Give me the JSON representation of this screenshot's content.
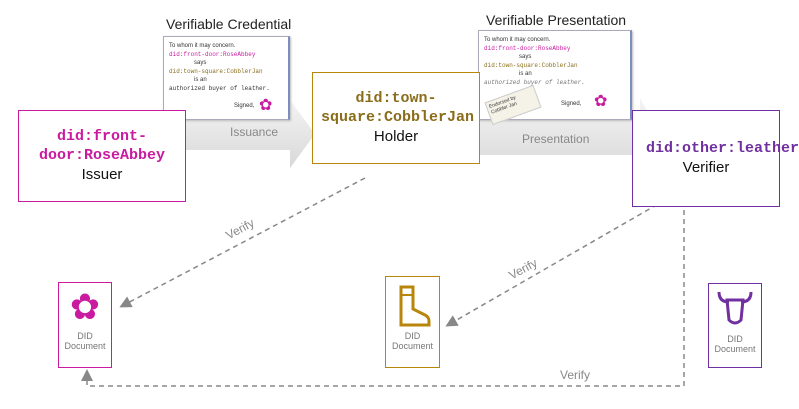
{
  "issuer": {
    "did": "did:front-door:RoseAbbey",
    "role": "Issuer",
    "color": "#c91aa0"
  },
  "holder": {
    "did": "did:town-square:CobblerJan",
    "role": "Holder",
    "color": "#b8860b"
  },
  "verifier": {
    "did": "did:other:leathershop",
    "role": "Verifier",
    "color": "#7030a0"
  },
  "arrows": {
    "issuance": "Issuance",
    "presentation": "Presentation",
    "verify": "Verify"
  },
  "vc": {
    "title": "Verifiable Credential",
    "greeting": "To whom it may concern.",
    "issuer_did": "did:front-door:RoseAbbey",
    "says": "says",
    "holder_did": "did:town-square:CobblerJan",
    "is_an": "is an",
    "claim": "authorized buyer of leather.",
    "signed": "Signed,"
  },
  "vp": {
    "title": "Verifiable Presentation",
    "greeting": "To whom it may concern.",
    "issuer_did": "did:front-door:RoseAbbey",
    "says": "says",
    "holder_did": "did:town-square:CobblerJan",
    "is_an": "is an",
    "claim": "authorized buyer of leather.",
    "signed": "Signed,",
    "stamp": "Endorsed by Cobbler Jan"
  },
  "did_documents": [
    {
      "label": "DID Document",
      "icon": "flower-icon"
    },
    {
      "label": "DID Document",
      "icon": "boot-icon"
    },
    {
      "label": "DID Document",
      "icon": "bull-icon"
    }
  ]
}
